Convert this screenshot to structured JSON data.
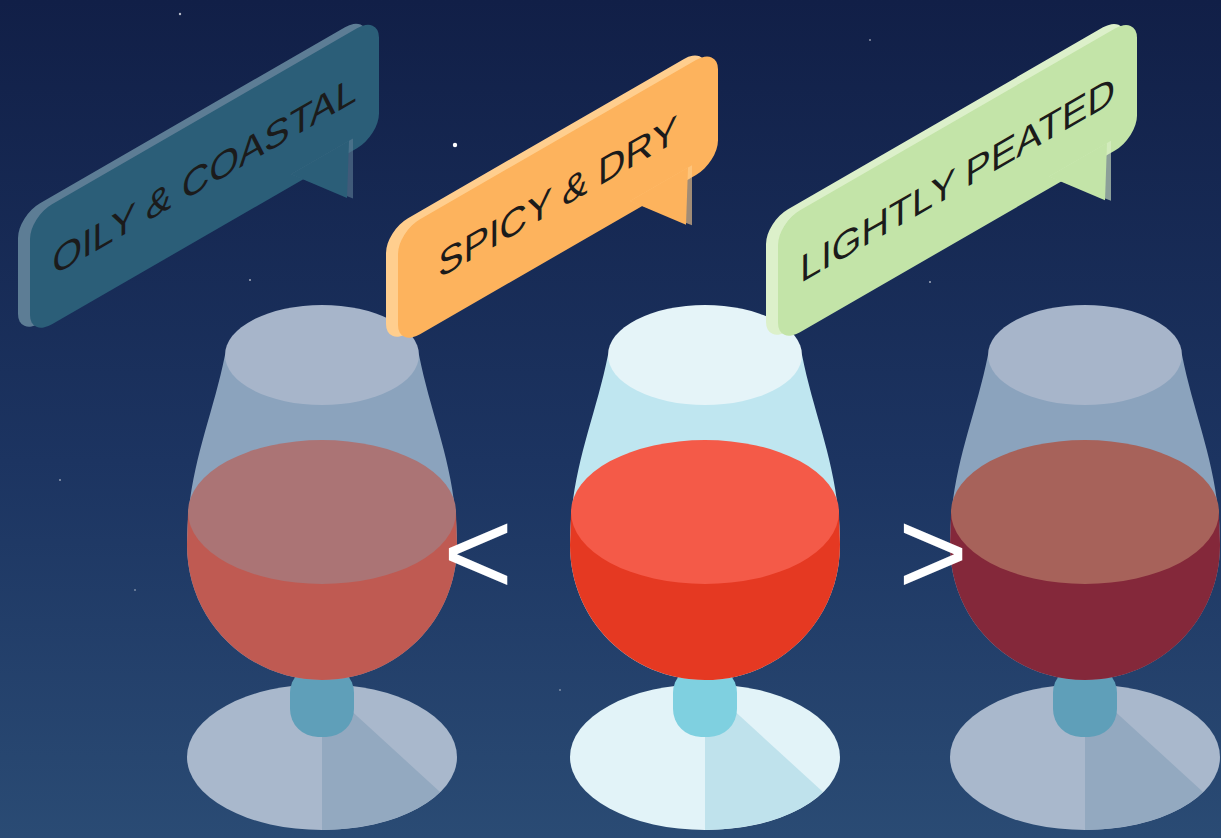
{
  "diagram": {
    "nodes": [
      {
        "text": [
          "OILY & COASTAL"
        ]
      },
      {
        "text": [
          "SPICY & DRY"
        ]
      },
      {
        "text": [
          "LIGHTLY PEATED"
        ]
      }
    ],
    "labels": [
      "<",
      ">"
    ]
  }
}
